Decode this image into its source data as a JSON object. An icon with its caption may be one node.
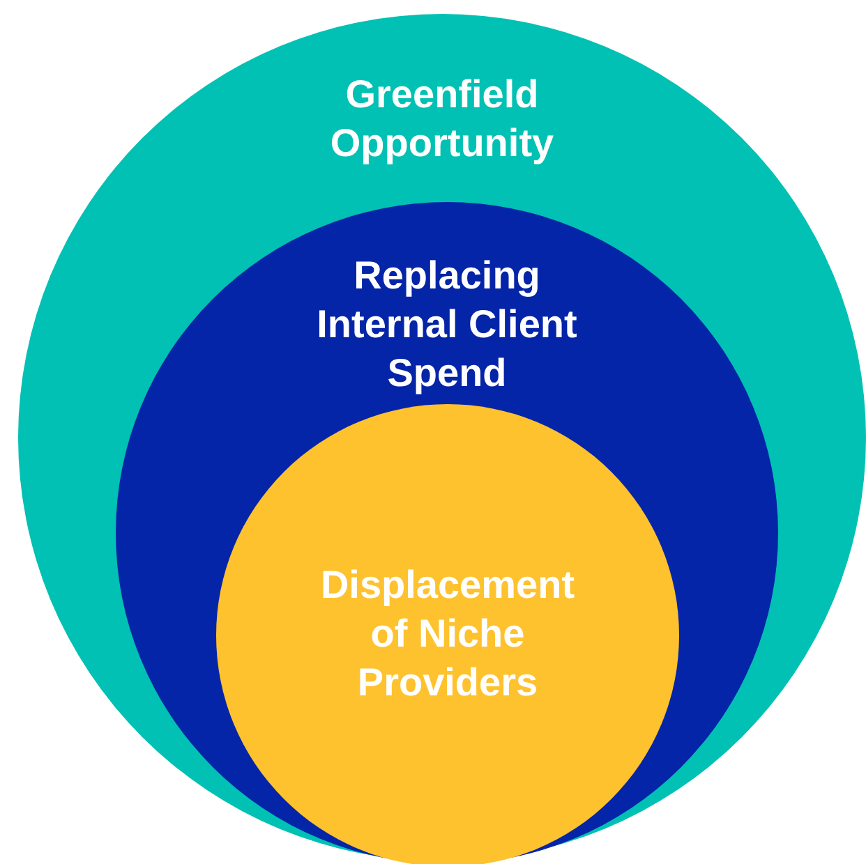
{
  "diagram": {
    "nodes": [
      {
        "text": [
          "Greenfield Opportunity"
        ]
      },
      {
        "text": [
          "Replacing Internal Client Spend"
        ],
        "in": 0
      },
      {
        "text": [
          "Displacement of Niche Providers"
        ],
        "in": 1
      }
    ]
  }
}
